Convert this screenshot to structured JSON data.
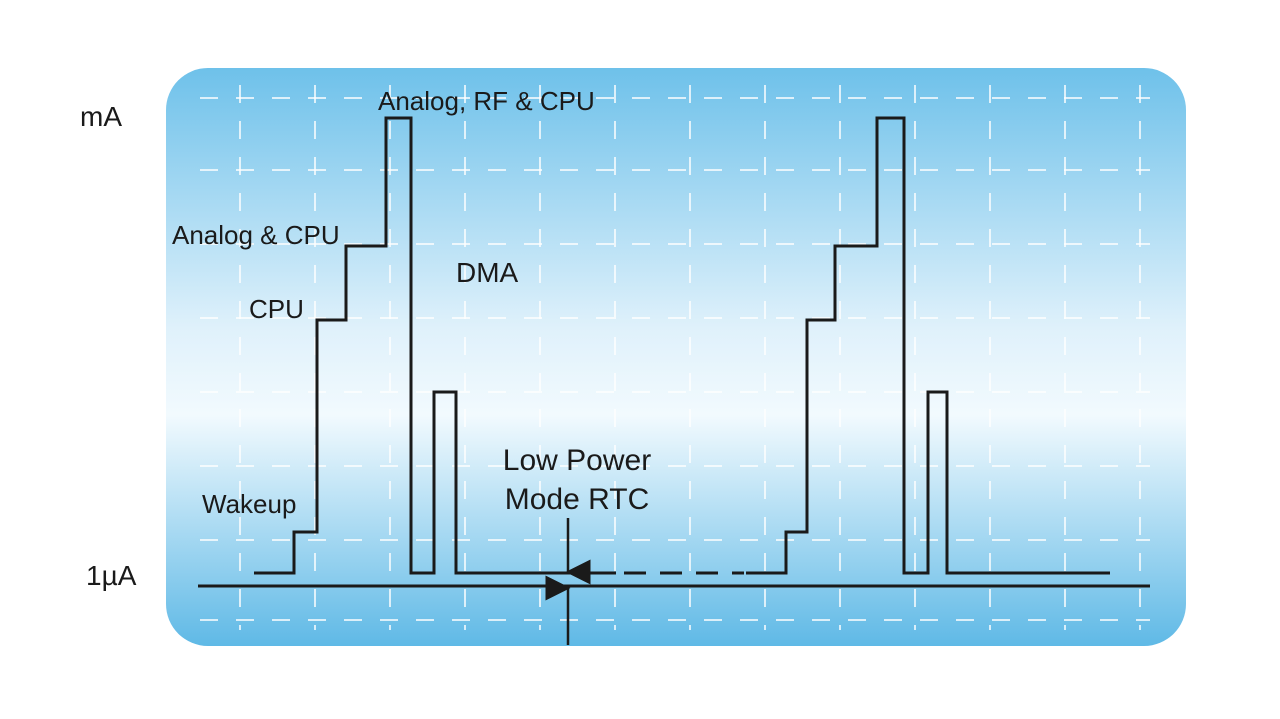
{
  "axis": {
    "y_top_label": "mA",
    "y_bottom_label": "1µA"
  },
  "phases": {
    "wakeup": "Wakeup",
    "cpu": "CPU",
    "analog_cpu": "Analog & CPU",
    "analog_rf_cpu": "Analog, RF & CPU",
    "dma": "DMA",
    "low_power_line1": "Low Power",
    "low_power_line2": "Mode RTC"
  },
  "colors": {
    "panel_top": "#6ec1ea",
    "panel_mid": "#e9f6fd",
    "panel_bottom": "#6ec1ea",
    "trace": "#1a1a1a"
  }
}
